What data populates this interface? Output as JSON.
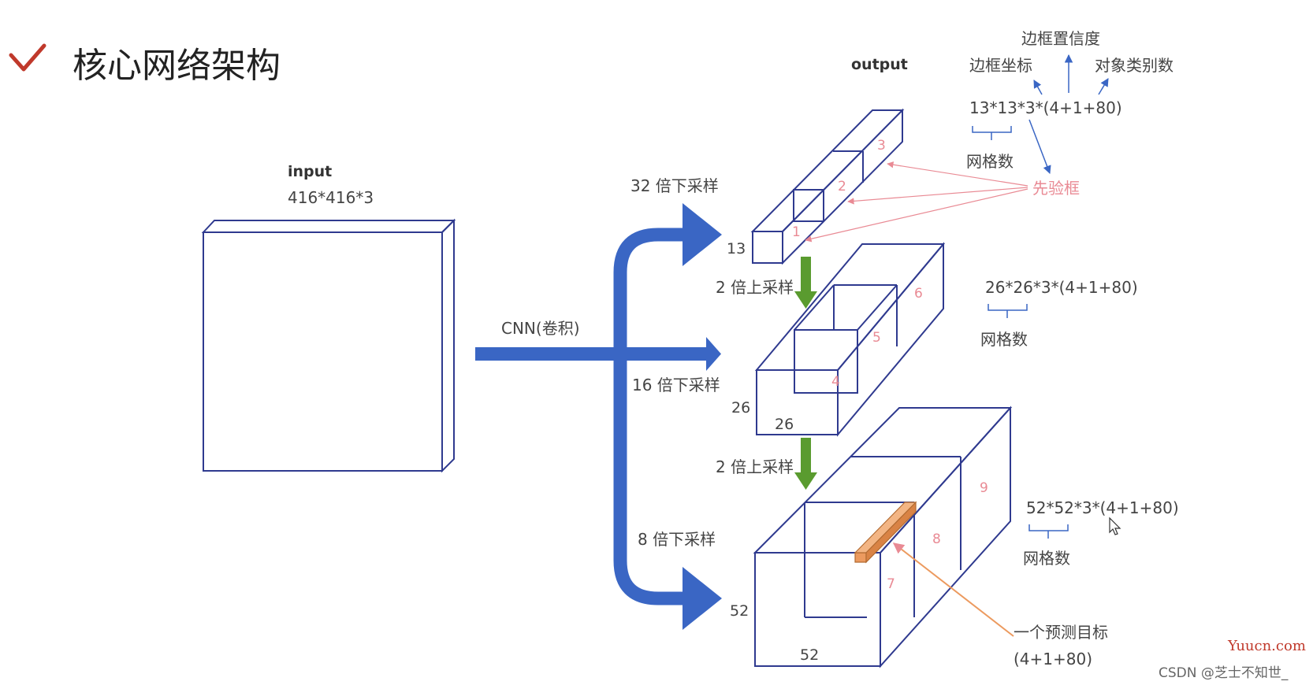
{
  "slide": {
    "title": "核心网络架构",
    "check_icon": "checkmark-icon",
    "accent_color": "#c0392b"
  },
  "input": {
    "label": "input",
    "dims": "416*416*3"
  },
  "cnn_label": "CNN(卷积)",
  "output_label": "output",
  "branches": {
    "down32": "32 倍下采样",
    "down16": "16 倍下采样",
    "down8": "8 倍下采样",
    "up1": "2 倍上采样",
    "up2": "2 倍上采样"
  },
  "grids": {
    "g13": {
      "size": "13",
      "formula": "13*13*3*(4+1+80)",
      "grid_label": "网格数",
      "cells": [
        "1",
        "2",
        "3"
      ]
    },
    "g26": {
      "size_h": "26",
      "size_w": "26",
      "formula": "26*26*3*(4+1+80)",
      "grid_label": "网格数",
      "cells": [
        "4",
        "5",
        "6"
      ]
    },
    "g52": {
      "size_h": "52",
      "size_w": "52",
      "formula": "52*52*3*(4+1+80)",
      "grid_label": "网格数",
      "cells": [
        "7",
        "8",
        "9"
      ]
    }
  },
  "annotations": {
    "confidence": "边框置信度",
    "bbox_coords": "边框坐标",
    "class_count": "对象类别数",
    "prior_boxes": "先验框",
    "one_target": "一个预测目标",
    "one_target_formula": "(4+1+80)"
  },
  "colors": {
    "blue_arrow": "#3a66c4",
    "green_arrow": "#5a9b2f",
    "box_stroke": "#2f3a8f",
    "pink": "#e98a94",
    "orange_cell": "#ec9a5f"
  },
  "watermark": {
    "brand": "Yuucn.com",
    "credit": "CSDN @芝士不知世_"
  }
}
